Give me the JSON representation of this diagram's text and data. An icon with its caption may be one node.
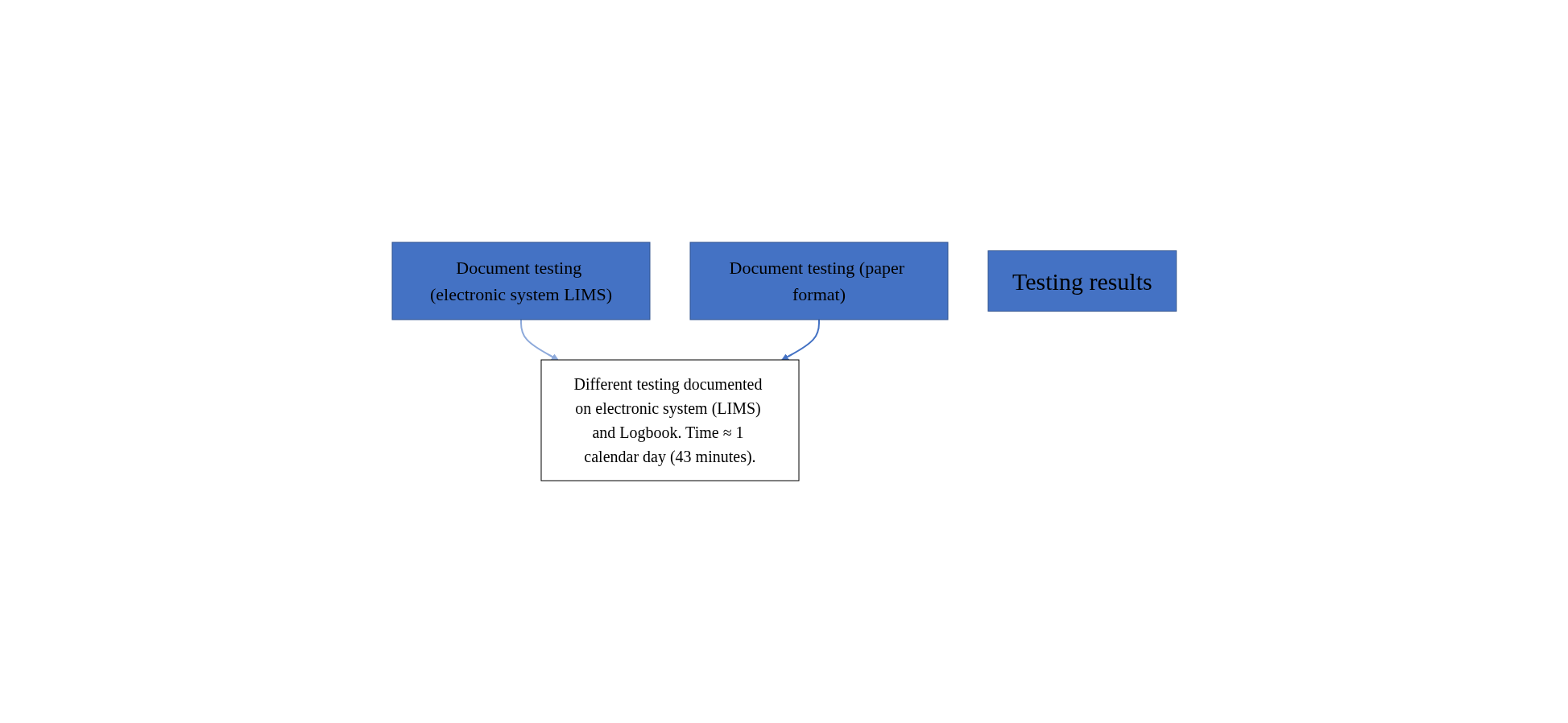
{
  "diagram": {
    "nodes": [
      {
        "text": [
          "Document testing (electronic system LIMS)"
        ]
      },
      {
        "text": [
          "Document testing (paper format)"
        ]
      },
      {
        "text": [
          "Testing results"
        ]
      },
      {
        "text": [
          "Different testing documented on electronic system (LIMS) and Logbook. Time ≈ 1 calendar day (43 minutes)."
        ]
      }
    ],
    "edges": [
      {
        "from": 0,
        "to": 3,
        "arrow": "to",
        "color": "#8eaadb"
      },
      {
        "from": 1,
        "to": 3,
        "arrow": "to",
        "color": "#4472c4"
      }
    ]
  }
}
